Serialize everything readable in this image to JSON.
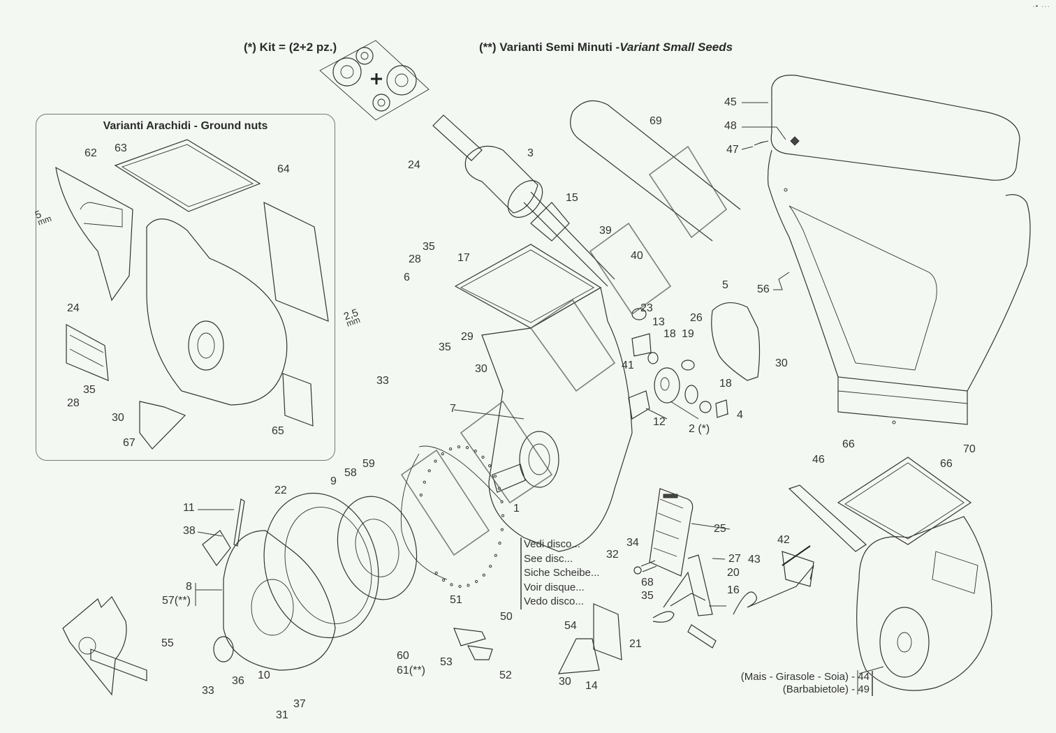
{
  "diagram": {
    "type": "exploded-parts-view",
    "kit_note": "(*) Kit = (2+2 pz.)",
    "variant_note_prefix": "(**) Varianti Semi Minuti -",
    "variant_note_italic": "Variant Small Seeds",
    "inset": {
      "title": "Varianti Arachidi - Ground nuts",
      "gap_label_value": "5",
      "gap_label_unit": "mm",
      "labels": [
        "62",
        "63",
        "64",
        "24",
        "35",
        "28",
        "30",
        "67",
        "65"
      ]
    },
    "main_gap_label_value": "2,5",
    "main_gap_label_unit": "mm",
    "disc_reference": [
      "Vedi  disco...",
      "See disc...",
      "Siche Scheibe...",
      "Voir disque...",
      "Vedo disco..."
    ],
    "hopper_variants": [
      "(Mais - Girasole - Soia) - 44",
      "(Barbabietole) - 49"
    ],
    "part_labels": {
      "p1": "1",
      "p2": "2 (*)",
      "p3": "3",
      "p4": "4",
      "p5": "5",
      "p6": "6",
      "p7": "7",
      "p8": "8",
      "p57": "57(**)",
      "p9": "9",
      "p10": "10",
      "p11": "11",
      "p12": "12",
      "p13": "13",
      "p14": "14",
      "p15": "15",
      "p16": "16",
      "p17": "17",
      "p18a": "18",
      "p18b": "18",
      "p19": "19",
      "p20": "20",
      "p21": "21",
      "p22": "22",
      "p23": "23",
      "p24": "24",
      "p25": "25",
      "p26": "26",
      "p27": "27",
      "p28": "28",
      "p29": "29",
      "p30a": "30",
      "p30b": "30",
      "p30c": "30",
      "p31": "31",
      "p32": "32",
      "p33a": "33",
      "p33b": "33",
      "p34": "34",
      "p35a": "35",
      "p35b": "35",
      "p35c": "35",
      "p36": "36",
      "p37": "37",
      "p38": "38",
      "p39": "39",
      "p40": "40",
      "p41": "41",
      "p42": "42",
      "p43": "43",
      "p45": "45",
      "p46": "46",
      "p47": "47",
      "p48": "48",
      "p50": "50",
      "p51": "51",
      "p52": "52",
      "p53": "53",
      "p54": "54",
      "p55": "55",
      "p56": "56",
      "p58": "58",
      "p59": "59",
      "p60": "60",
      "p61": "61(**)",
      "p66a": "66",
      "p66b": "66",
      "p68": "68",
      "p69": "69",
      "p70": "70"
    },
    "inset_part_labels": {
      "p62": "62",
      "p63": "63",
      "p64": "64",
      "p24": "24",
      "p35": "35",
      "p28": "28",
      "p30": "30",
      "p67": "67",
      "p65": "65"
    },
    "corner_mark": "·• ···"
  }
}
